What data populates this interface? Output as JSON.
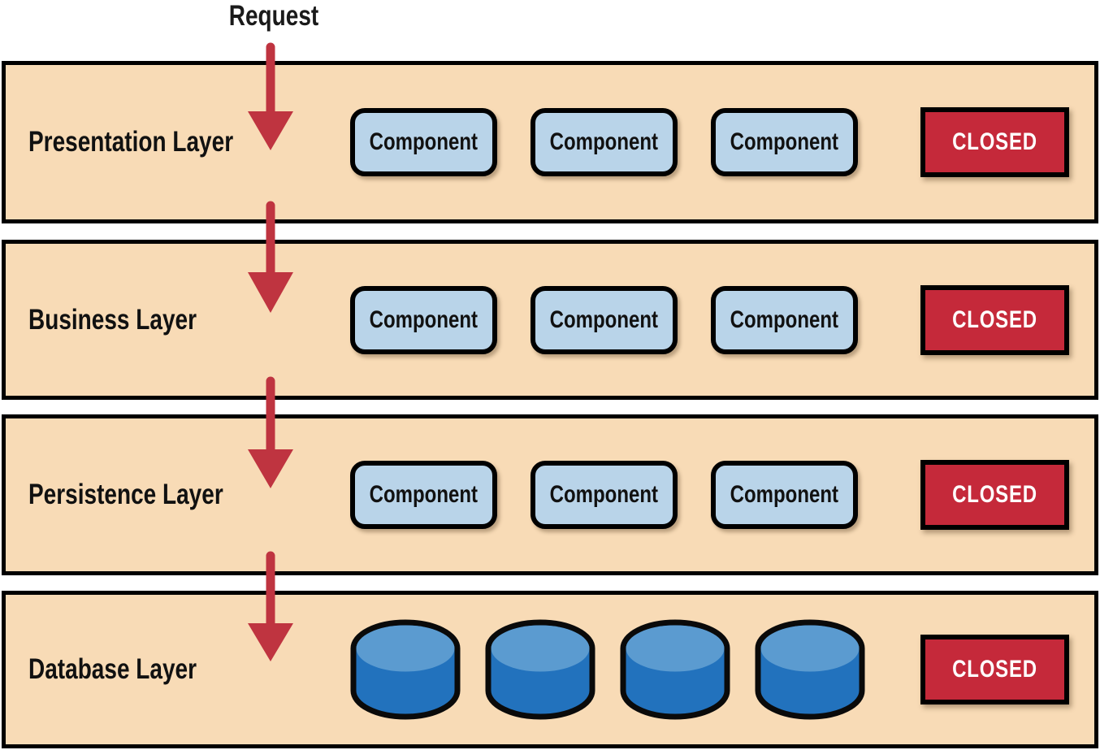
{
  "diagram": {
    "request_label": "Request",
    "layers": [
      {
        "name": "Presentation Layer",
        "components": [
          "Component",
          "Component",
          "Component"
        ],
        "closed": "CLOSED"
      },
      {
        "name": "Business Layer",
        "components": [
          "Component",
          "Component",
          "Component"
        ],
        "closed": "CLOSED"
      },
      {
        "name": "Persistence Layer",
        "components": [
          "Component",
          "Component",
          "Component"
        ],
        "closed": "CLOSED"
      },
      {
        "name": "Database Layer",
        "database_count": 4,
        "closed": "CLOSED"
      }
    ],
    "colors": {
      "layer_bg": "#f8dbb6",
      "layer_border": "#000000",
      "component_bg": "#b9d4e9",
      "closed_bg": "#c5293a",
      "closed_text": "#ffffff",
      "arrow_red": "#bf3440",
      "cylinder_top": "#5b9bd0",
      "cylinder_body": "#2272bd",
      "label_text": "#111111"
    }
  }
}
